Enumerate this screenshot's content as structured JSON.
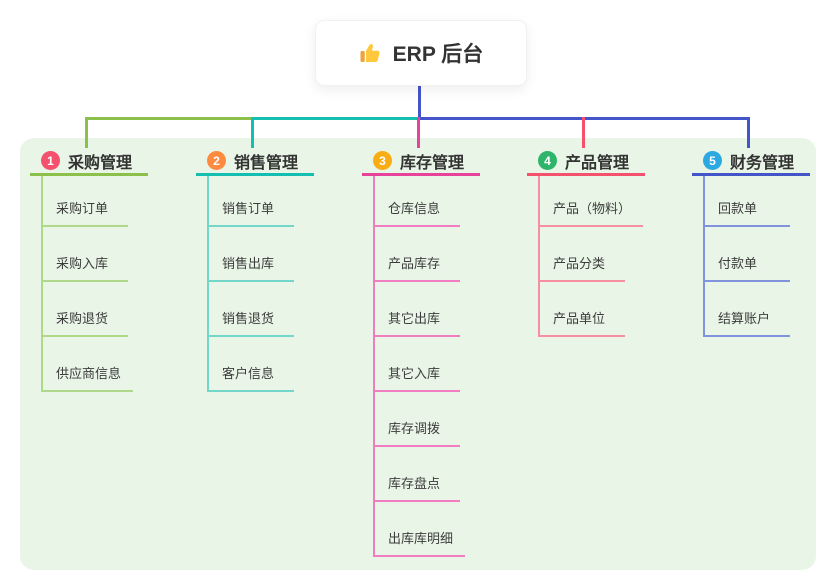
{
  "root": {
    "title": "ERP 后台",
    "icon": "thumbs-up-icon"
  },
  "branches": [
    {
      "index": "1",
      "title": "采购管理",
      "badge_color": "#F4516C",
      "line_color": "#8BC04A",
      "child_line_color": "#AFD88A",
      "children": [
        "采购订单",
        "采购入库",
        "采购退货",
        "供应商信息"
      ]
    },
    {
      "index": "2",
      "title": "销售管理",
      "badge_color": "#FF8B40",
      "line_color": "#14BFB1",
      "child_line_color": "#72D6C9",
      "children": [
        "销售订单",
        "销售出库",
        "销售退货",
        "客户信息"
      ]
    },
    {
      "index": "3",
      "title": "库存管理",
      "badge_color": "#F9AD14",
      "line_color": "#E8439B",
      "child_line_color": "#F07DC0",
      "children": [
        "仓库信息",
        "产品库存",
        "其它出库",
        "其它入库",
        "库存调拨",
        "库存盘点",
        "出库库明细"
      ]
    },
    {
      "index": "4",
      "title": "产品管理",
      "badge_color": "#2FB56B",
      "line_color": "#F4516C",
      "child_line_color": "#F78FA2",
      "children": [
        "产品（物料）",
        "产品分类",
        "产品单位"
      ]
    },
    {
      "index": "5",
      "title": "财务管理",
      "badge_color": "#2CA9E1",
      "line_color": "#4355C8",
      "child_line_color": "#8093DC",
      "children": [
        "回款单",
        "付款单",
        "结算账户"
      ]
    }
  ],
  "colors": {
    "panel_bg": "#E9F6E7",
    "root_line": "#4355C8",
    "thumb_hand": "#FFC83D",
    "thumb_cuff": "#EDA33B"
  }
}
